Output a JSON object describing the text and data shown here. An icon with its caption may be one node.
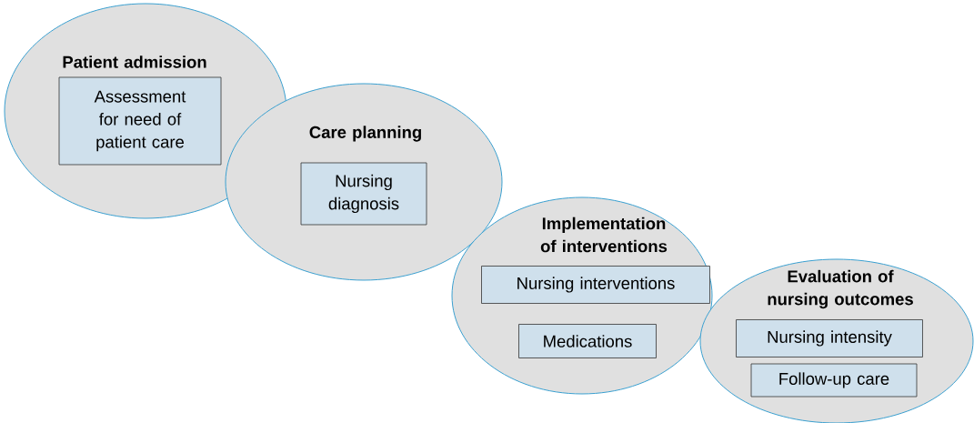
{
  "diagram": {
    "nodes": [
      {
        "text": [
          "Patient admission"
        ]
      },
      {
        "text": [
          "Assessment for need of patient care"
        ],
        "in": 0
      },
      {
        "text": [
          "Care planning"
        ]
      },
      {
        "text": [
          "Nursing diagnosis"
        ],
        "in": 2
      },
      {
        "text": [
          "Implementation of interventions"
        ]
      },
      {
        "text": [
          "Nursing interventions"
        ],
        "in": 4
      },
      {
        "text": [
          "Medications"
        ],
        "in": 4
      },
      {
        "text": [
          "Evaluation of nursing outcomes"
        ]
      },
      {
        "text": [
          "Nursing intensity"
        ],
        "in": 7
      },
      {
        "text": [
          "Follow-up care"
        ],
        "in": 7
      }
    ]
  }
}
